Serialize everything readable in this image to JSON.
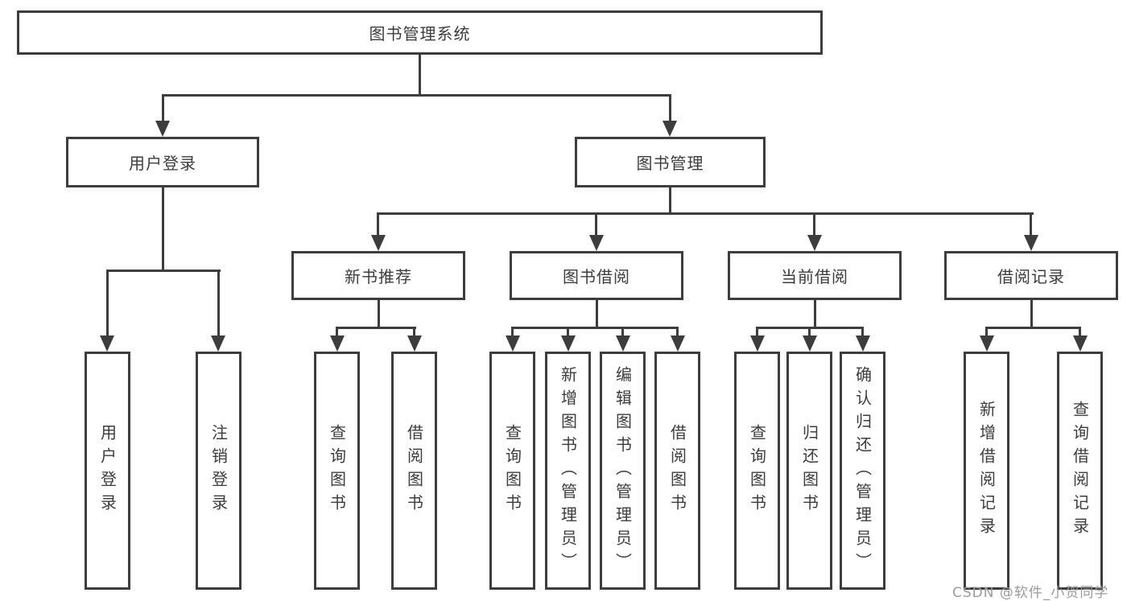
{
  "tree": {
    "label": "图书管理系统",
    "children": [
      {
        "label": "用户登录",
        "children": [
          {
            "label": "用户登录"
          },
          {
            "label": "注销登录"
          }
        ]
      },
      {
        "label": "图书管理",
        "children": [
          {
            "label": "新书推荐",
            "children": [
              {
                "label": "查询图书"
              },
              {
                "label": "借阅图书"
              }
            ]
          },
          {
            "label": "图书借阅",
            "children": [
              {
                "label": "查询图书"
              },
              {
                "label": "新增图书（管理员）"
              },
              {
                "label": "编辑图书（管理员）"
              },
              {
                "label": "借阅图书"
              }
            ]
          },
          {
            "label": "当前借阅",
            "children": [
              {
                "label": "查询图书"
              },
              {
                "label": "归还图书"
              },
              {
                "label": "确认归还（管理员）"
              }
            ]
          },
          {
            "label": "借阅记录",
            "children": [
              {
                "label": "新增借阅记录"
              },
              {
                "label": "查询借阅记录"
              }
            ]
          }
        ]
      }
    ]
  },
  "watermark": {
    "text": "CSDN @软件_小贺同学"
  },
  "colors": {
    "line": "#3d3d3d",
    "text": "#3c3c3c",
    "background": "#ffffff",
    "watermark": "#9b9b9b"
  }
}
